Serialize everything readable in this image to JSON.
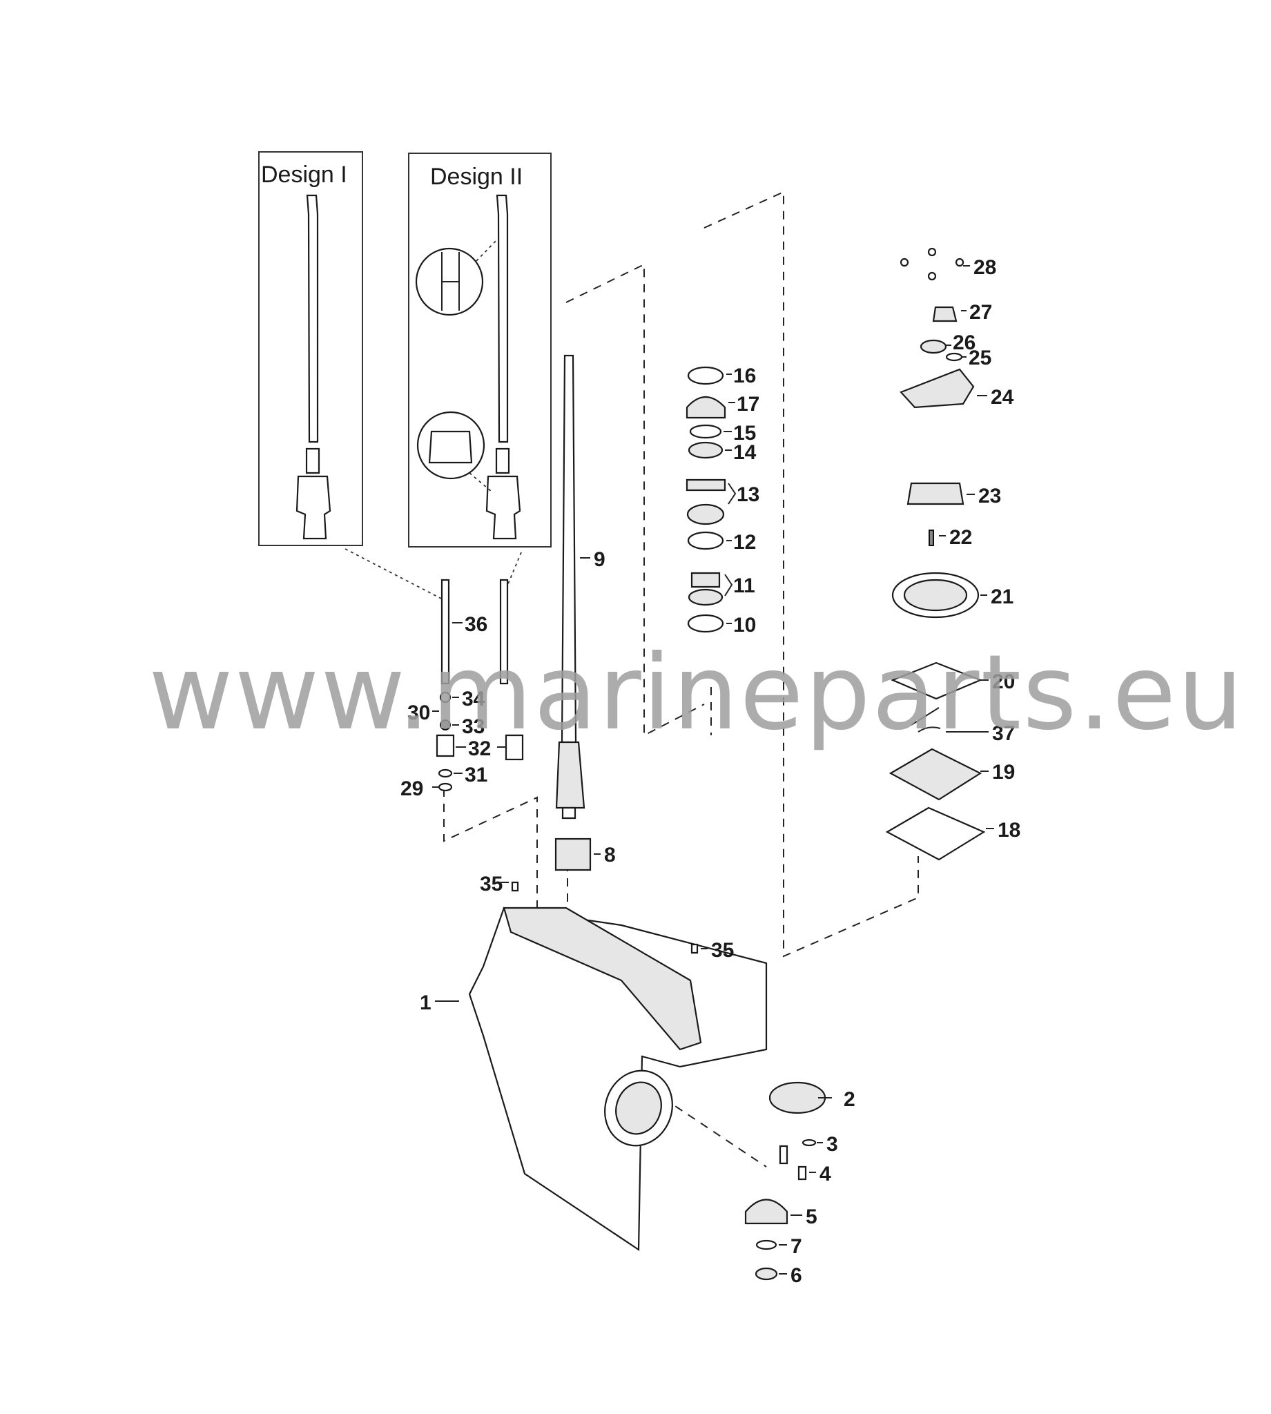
{
  "design_labels": {
    "design1": "Design I",
    "design2": "Design II"
  },
  "watermark": "www.marineparts.eu",
  "callouts": {
    "c1": "1",
    "c2": "2",
    "c3": "3",
    "c4": "4",
    "c5": "5",
    "c6": "6",
    "c7": "7",
    "c8": "8",
    "c9": "9",
    "c10": "10",
    "c11": "11",
    "c12": "12",
    "c13": "13",
    "c14": "14",
    "c15": "15",
    "c16": "16",
    "c17": "17",
    "c18": "18",
    "c19": "19",
    "c20": "20",
    "c21": "21",
    "c22": "22",
    "c23": "23",
    "c24": "24",
    "c25": "25",
    "c26": "26",
    "c27": "27",
    "c28": "28",
    "c29": "29",
    "c30": "30",
    "c31": "31",
    "c32": "32",
    "c33": "33",
    "c34": "34",
    "c35a": "35",
    "c35b": "35",
    "c36": "36",
    "c37": "37"
  }
}
